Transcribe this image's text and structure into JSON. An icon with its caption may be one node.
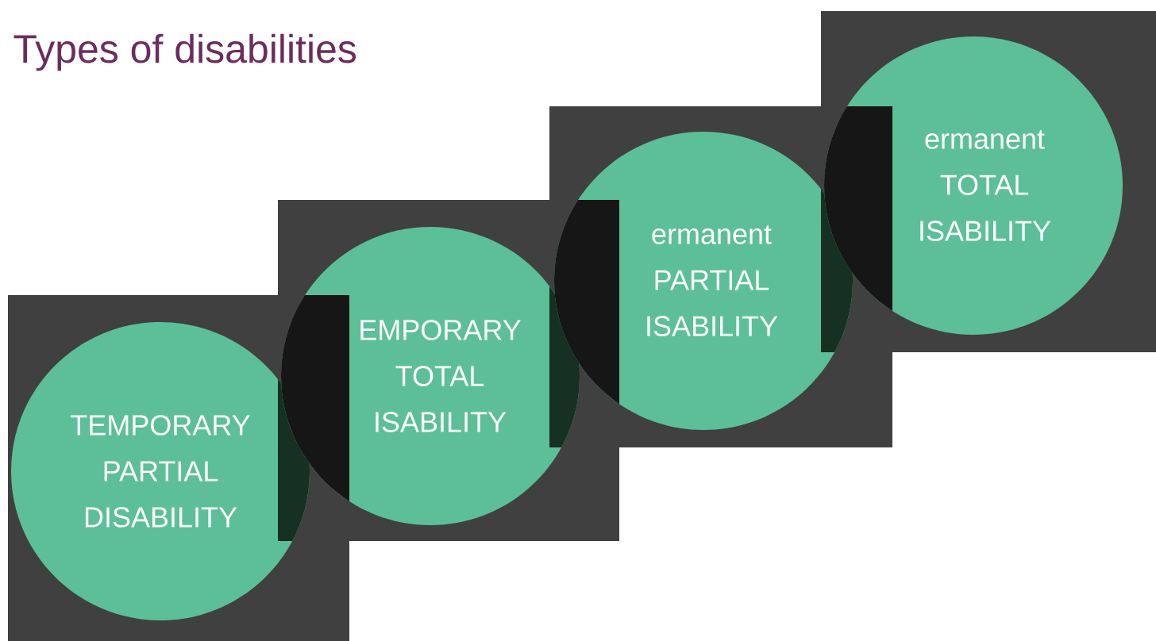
{
  "diagram": {
    "title": "Types of disabilities",
    "nodes": [
      {
        "text": [
          "TEMPORARY PARTIAL DISABILITY"
        ]
      },
      {
        "text": [
          "EMPORARY TOTAL ISABILITY"
        ]
      },
      {
        "text": [
          "ermanent PARTIAL ISABILITY"
        ]
      },
      {
        "text": [
          "ermanent TOTAL ISABILITY"
        ]
      }
    ]
  }
}
